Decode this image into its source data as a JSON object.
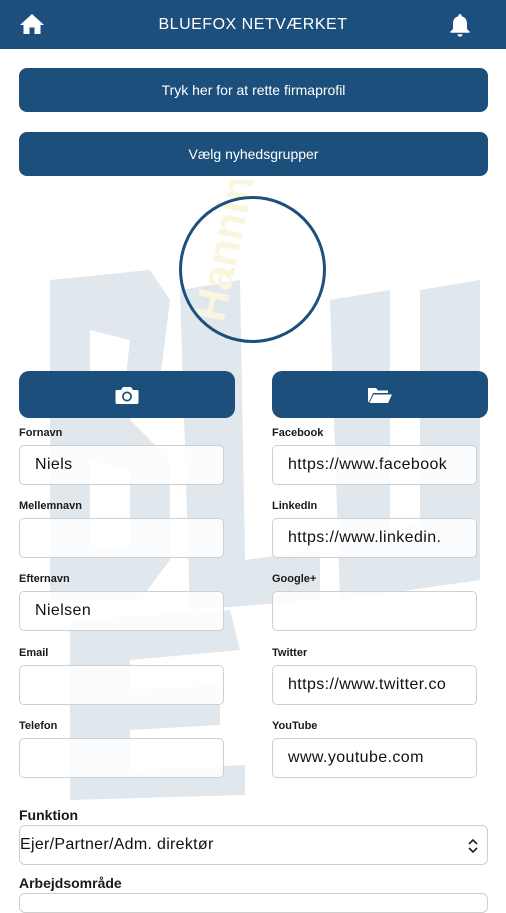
{
  "header": {
    "title": "BLUEFOX NETVÆRKET"
  },
  "buttons": {
    "edit_company": "Tryk her for at rette firmaprofil",
    "newsgroups": "Vælg nyhedsgrupper"
  },
  "watermark": {
    "brand": "BLUEFOX",
    "name": "Hanning"
  },
  "left_fields": [
    {
      "label": "Fornavn",
      "value": "Niels"
    },
    {
      "label": "Mellemnavn",
      "value": ""
    },
    {
      "label": "Efternavn",
      "value": "Nielsen"
    },
    {
      "label": "Email",
      "value": ""
    },
    {
      "label": "Telefon",
      "value": ""
    }
  ],
  "right_fields": [
    {
      "label": "Facebook",
      "value": "https://www.facebook"
    },
    {
      "label": "LinkedIn",
      "value": "https://www.linkedin."
    },
    {
      "label": "Google+",
      "value": ""
    },
    {
      "label": "Twitter",
      "value": "https://www.twitter.co"
    },
    {
      "label": "YouTube",
      "value": "www.youtube.com"
    }
  ],
  "funktion": {
    "label": "Funktion",
    "selected": "Ejer/Partner/Adm. direktør"
  },
  "arbejdsomraade": {
    "label": "Arbejdsområde"
  },
  "colors": {
    "primary": "#1d4f7c",
    "background": "#ffffff"
  },
  "icons": [
    "home-icon",
    "bell-icon",
    "camera-icon",
    "folder-open-icon",
    "chevron-updown-icon"
  ]
}
